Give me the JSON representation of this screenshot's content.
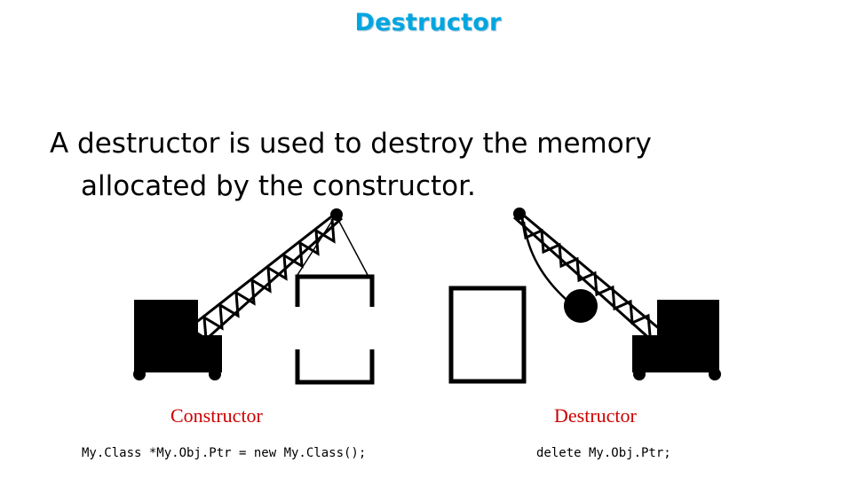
{
  "slide": {
    "title": "Destructor",
    "text_line1": "A destructor is used to destroy the memory",
    "text_line2": "allocated by the constructor."
  },
  "figure": {
    "left_caption": "Constructor",
    "left_code": "My.Class *My.Obj.Ptr = new My.Class();",
    "right_caption": "Destructor",
    "right_code": "delete My.Obj.Ptr;"
  },
  "colors": {
    "title": "#00a6e0",
    "caption": "#cc0000",
    "text": "#000000"
  }
}
